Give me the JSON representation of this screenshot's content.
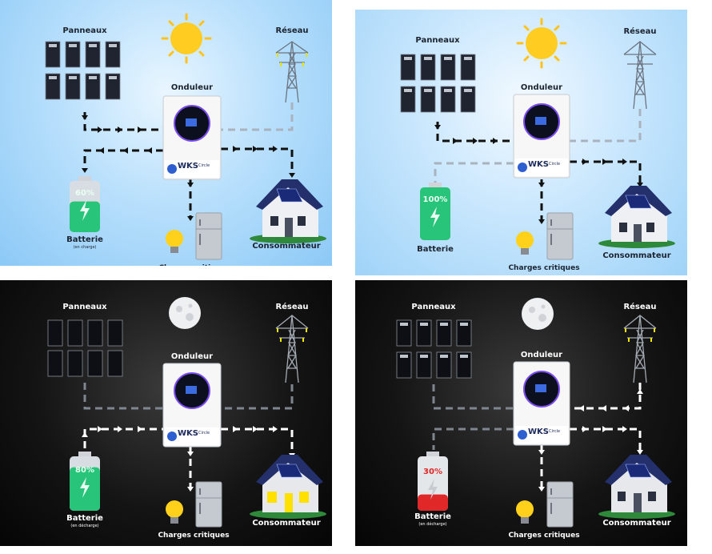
{
  "labels": {
    "panneaux": "Panneaux",
    "reseau": "Réseau",
    "onduleur": "Onduleur",
    "consommateur": "Consommateur",
    "charges": "Charges critiques",
    "batterie": "Batterie"
  },
  "brand": {
    "name": "WKS",
    "suffix": "Circle"
  },
  "colors": {
    "day_bg": "#a9d7fb",
    "night_bg": "#0a0a0a",
    "battery_green": "#27c47a",
    "battery_red": "#e02828",
    "arrow_day": "#111111",
    "arrow_night": "#ffffff",
    "inactive_line": "#a9b3bf"
  },
  "panels": [
    {
      "id": "day-charging",
      "theme": "day",
      "sky": "sun",
      "battery_percent": "60%",
      "battery_level": 0.6,
      "battery_status": "(en charge)",
      "battery_color": "green"
    },
    {
      "id": "day-full",
      "theme": "day",
      "sky": "sun",
      "battery_percent": "100%",
      "battery_level": 1.0,
      "battery_status": "",
      "battery_color": "green"
    },
    {
      "id": "night-discharging",
      "theme": "night",
      "sky": "moon",
      "battery_percent": "80%",
      "battery_level": 0.8,
      "battery_status": "(en décharge)",
      "battery_color": "green"
    },
    {
      "id": "night-grid",
      "theme": "night",
      "sky": "moon",
      "battery_percent": "30%",
      "battery_level": 0.3,
      "battery_status": "(en décharge)",
      "battery_color": "red"
    }
  ]
}
